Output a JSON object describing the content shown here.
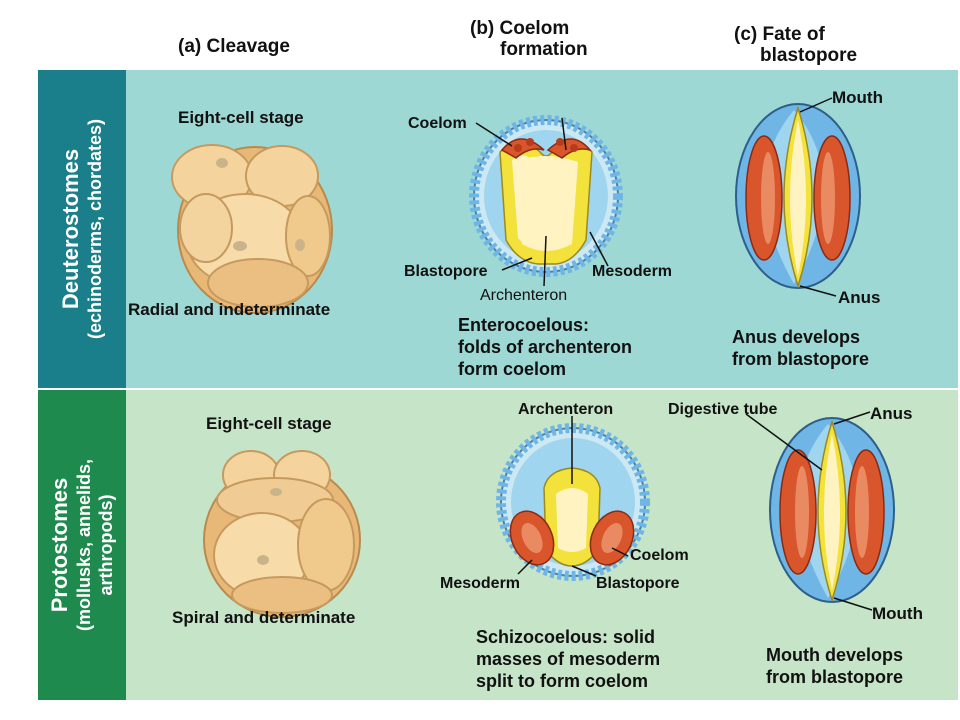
{
  "headers": {
    "a_line1": "(a) Cleavage",
    "b_line1": "(b) Coelom",
    "b_line2": "formation",
    "c_line1": "(c) Fate of",
    "c_line2": "blastopore"
  },
  "deuterostomes": {
    "group_title": "Deuterostomes",
    "group_subtitle": "(echinoderms, chordates)",
    "cleavage_stage": "Eight-cell stage",
    "cleavage_caption": "Radial and indeterminate",
    "coelom_labels": {
      "coelom": "Coelom",
      "blastopore": "Blastopore",
      "mesoderm": "Mesoderm",
      "archenteron": "Archenteron"
    },
    "coelom_caption": [
      "Enterocoelous:",
      "folds of archenteron",
      "form coelom"
    ],
    "fate_labels": {
      "mouth": "Mouth",
      "anus": "Anus"
    },
    "fate_caption": [
      "Anus develops",
      "from blastopore"
    ]
  },
  "protostomes": {
    "group_title": "Protostomes",
    "group_subtitle_1": "(mollusks, annelids,",
    "group_subtitle_2": "arthropods)",
    "cleavage_stage": "Eight-cell stage",
    "cleavage_caption": "Spiral and determinate",
    "coelom_labels": {
      "archenteron": "Archenteron",
      "coelom": "Coelom",
      "mesoderm": "Mesoderm",
      "blastopore": "Blastopore"
    },
    "coelom_caption": [
      "Schizocoelous: solid",
      "masses of mesoderm",
      "split to form coelom"
    ],
    "fate_labels": {
      "digestive_tube": "Digestive tube",
      "anus": "Anus",
      "mouth": "Mouth"
    },
    "fate_caption": [
      "Mouth develops",
      "from blastopore"
    ]
  },
  "colors": {
    "deutero_band": "#9ed8d4",
    "proto_band": "#c6e4c8",
    "deutero_sidebar": "#1a7f8a",
    "proto_sidebar": "#1f8a4e",
    "ectoderm_blue": "#6fb6e6",
    "mesoderm_red": "#d9552b",
    "endoderm_yellow": "#f4e23c",
    "cell_tan": "#f1c98c"
  }
}
